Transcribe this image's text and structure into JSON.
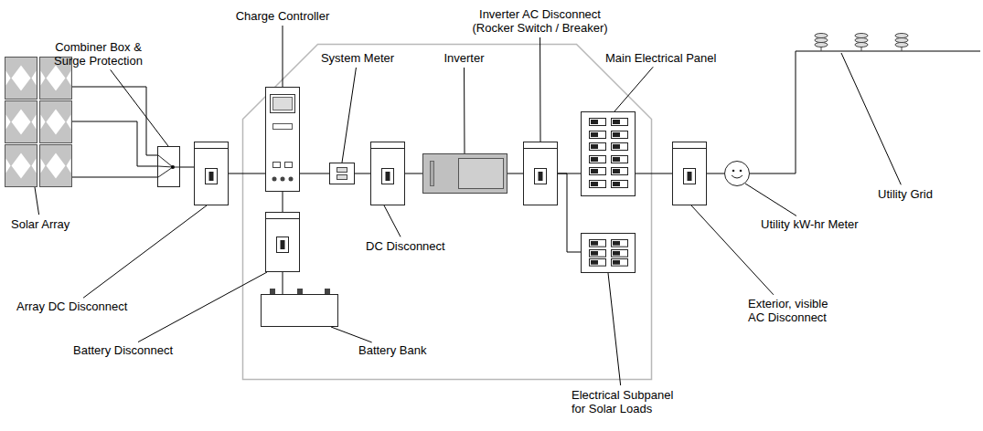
{
  "diagram": {
    "nodes": [
      {
        "text": [
          "Solar Array"
        ]
      },
      {
        "text": [
          "Combiner Box & Surge Protection"
        ]
      },
      {
        "text": [
          "Array DC Disconnect"
        ]
      },
      {
        "text": [
          "Charge Controller"
        ]
      },
      {
        "text": [
          "Battery Disconnect"
        ]
      },
      {
        "text": [
          "Battery Bank"
        ]
      },
      {
        "text": [
          "System Meter"
        ]
      },
      {
        "text": [
          "DC Disconnect"
        ]
      },
      {
        "text": [
          "Inverter"
        ]
      },
      {
        "text": [
          "Inverter AC Disconnect (Rocker Switch / Breaker)"
        ]
      },
      {
        "text": [
          "Main Electrical Panel"
        ]
      },
      {
        "text": [
          "Electrical Subpanel for Solar Loads"
        ]
      },
      {
        "text": [
          "Exterior, visible AC Disconnect"
        ]
      },
      {
        "text": [
          "Utility kW-hr Meter"
        ]
      },
      {
        "text": [
          "Utility Grid"
        ]
      }
    ],
    "edges": [
      {
        "from": 0,
        "to": 1,
        "arrow": "none"
      },
      {
        "from": 0,
        "to": 1,
        "arrow": "none"
      },
      {
        "from": 0,
        "to": 1,
        "arrow": "none"
      },
      {
        "from": 1,
        "to": 2,
        "arrow": "none"
      },
      {
        "from": 2,
        "to": 3,
        "arrow": "none"
      },
      {
        "from": 3,
        "to": 4,
        "arrow": "none"
      },
      {
        "from": 4,
        "to": 5,
        "arrow": "none"
      },
      {
        "from": 3,
        "to": 6,
        "arrow": "none"
      },
      {
        "from": 6,
        "to": 7,
        "arrow": "none"
      },
      {
        "from": 7,
        "to": 8,
        "arrow": "none"
      },
      {
        "from": 8,
        "to": 9,
        "arrow": "none"
      },
      {
        "from": 9,
        "to": 10,
        "arrow": "none"
      },
      {
        "from": 9,
        "to": 11,
        "arrow": "none"
      },
      {
        "from": 10,
        "to": 12,
        "arrow": "none"
      },
      {
        "from": 12,
        "to": 13,
        "arrow": "none"
      },
      {
        "from": 13,
        "to": 14,
        "arrow": "none"
      }
    ]
  }
}
